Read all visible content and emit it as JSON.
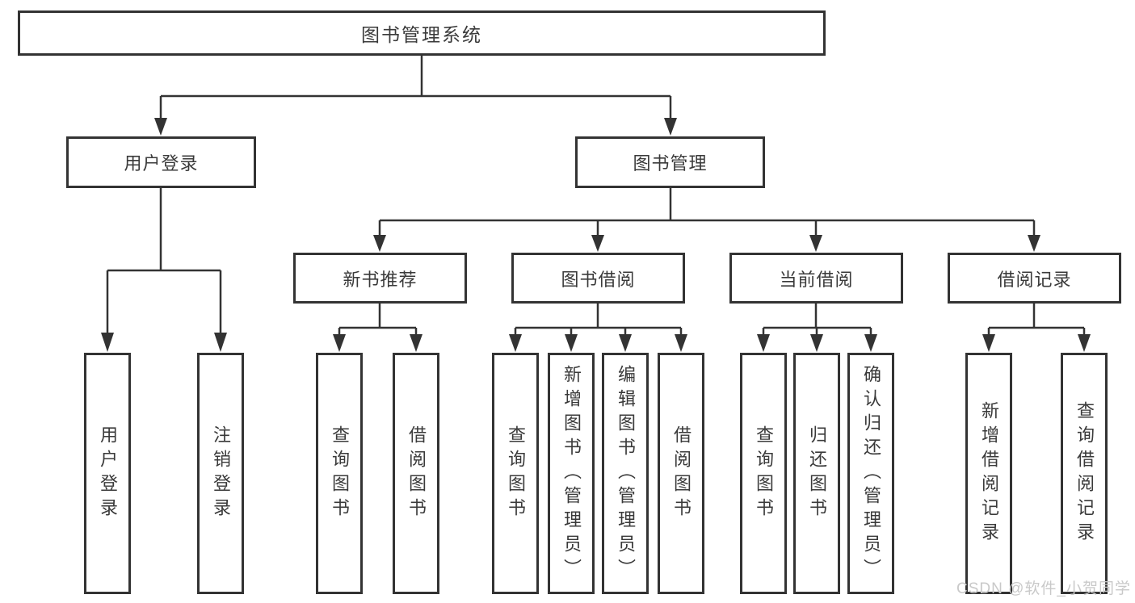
{
  "diagram": {
    "root": {
      "label": "图书管理系统"
    },
    "user_branch": {
      "label": "用户登录",
      "children": [
        {
          "label": "用户登录"
        },
        {
          "label": "注销登录"
        }
      ]
    },
    "book_branch": {
      "label": "图书管理",
      "children": [
        {
          "label": "新书推荐",
          "children": [
            {
              "label": "查询图书"
            },
            {
              "label": "借阅图书"
            }
          ]
        },
        {
          "label": "图书借阅",
          "children": [
            {
              "label": "查询图书"
            },
            {
              "label": "新增图书（管理员）"
            },
            {
              "label": "编辑图书（管理员）"
            },
            {
              "label": "借阅图书"
            }
          ]
        },
        {
          "label": "当前借阅",
          "children": [
            {
              "label": "查询图书"
            },
            {
              "label": "归还图书"
            },
            {
              "label": "确认归还（管理员）"
            }
          ]
        },
        {
          "label": "借阅记录",
          "children": [
            {
              "label": "新增借阅记录"
            },
            {
              "label": "查询借阅记录"
            }
          ]
        }
      ]
    },
    "watermark": "CSDN @软件_小贺同学",
    "colors": {
      "line": "#333333",
      "text": "#3a3a3a",
      "watermark": "#c9c9c9",
      "background": "#ffffff"
    }
  }
}
